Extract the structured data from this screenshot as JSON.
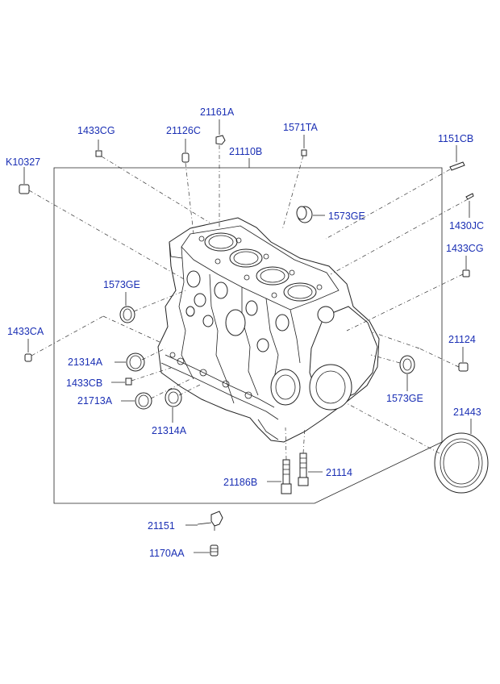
{
  "parts": {
    "p21161A": "21161A",
    "p1433CG_top": "1433CG",
    "p21126C": "21126C",
    "p1571TA": "1571TA",
    "p1151CB": "1151CB",
    "pK10327": "K10327",
    "p21110B": "21110B",
    "p1573GE_top": "1573GE",
    "p1430JC": "1430JC",
    "p1433CG_right": "1433CG",
    "p1573GE_left": "1573GE",
    "p1433CA": "1433CA",
    "p21124": "21124",
    "p21314A_left": "21314A",
    "p1433CB": "1433CB",
    "p21713A": "21713A",
    "p1573GE_right": "1573GE",
    "p21314A_bottom": "21314A",
    "p21443": "21443",
    "p21186B": "21186B",
    "p21114": "21114",
    "p21151": "21151",
    "p1170AA": "1170AA"
  },
  "colors": {
    "label": "#1a2fb4",
    "line": "#222222",
    "background": "#ffffff"
  }
}
